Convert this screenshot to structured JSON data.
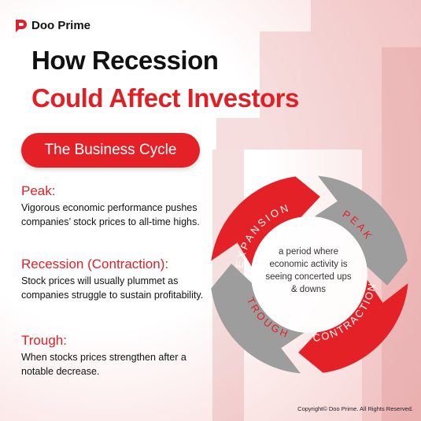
{
  "brand": {
    "name": "Doo Prime",
    "color": "#e02025"
  },
  "title": {
    "line1": "How Recession",
    "line2": "Could Affect Investors"
  },
  "pill_label": "The Business Cycle",
  "sections": [
    {
      "heading": "Peak:",
      "body": "Vigorous economic performance pushes companies’ stock prices to all-time highs."
    },
    {
      "heading": "Recession (Contraction):",
      "body": "Stock prices will usually plummet as companies struggle to sustain profitability."
    },
    {
      "heading": "Trough:",
      "body": "When stocks prices strengthen after a notable decrease."
    }
  ],
  "cycle": {
    "phases": [
      "EXPANSION",
      "PEAK",
      "CONTRACTION",
      "TROUGH"
    ],
    "center_text": "a period where economic activity is seeing concerted ups & downs",
    "colors": {
      "red": "#e42127",
      "gray": "#9d9d9d"
    }
  },
  "copyright": "Copyright© Doo Prime. All Rights Reserved."
}
